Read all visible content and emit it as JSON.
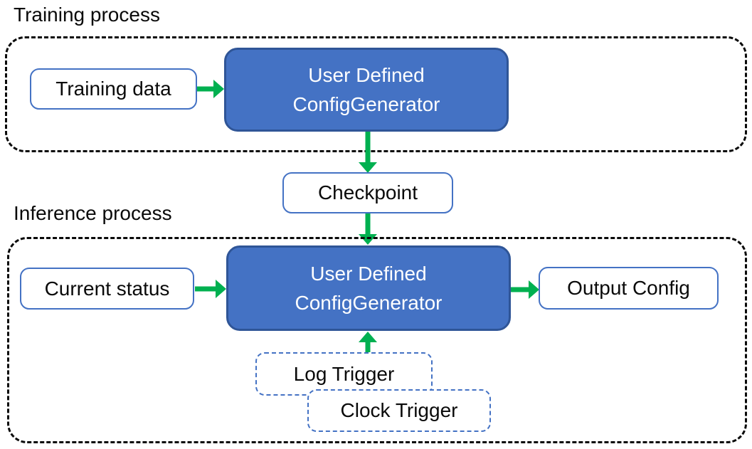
{
  "diagram": {
    "training": {
      "label": "Training process",
      "input_box": "Training data",
      "generator": {
        "line1": "User Defined",
        "line2": "ConfigGenerator"
      }
    },
    "checkpoint": {
      "label": "Checkpoint"
    },
    "inference": {
      "label": "Inference process",
      "input_box": "Current status",
      "generator": {
        "line1": "User Defined",
        "line2": "ConfigGenerator"
      },
      "output_box": "Output Config",
      "triggers": [
        "Log Trigger",
        "Clock Trigger"
      ]
    },
    "colors": {
      "generator_fill": "#4472C4",
      "generator_border": "#2F5597",
      "box_border_blue": "#4472C4",
      "trigger_dash_blue": "#4472C4",
      "arrow_green": "#00B050",
      "container_dash": "#0A0A0A",
      "text_dark": "#0A0A0A",
      "text_light": "#FFFFFF",
      "background": "#FFFFFF"
    }
  }
}
